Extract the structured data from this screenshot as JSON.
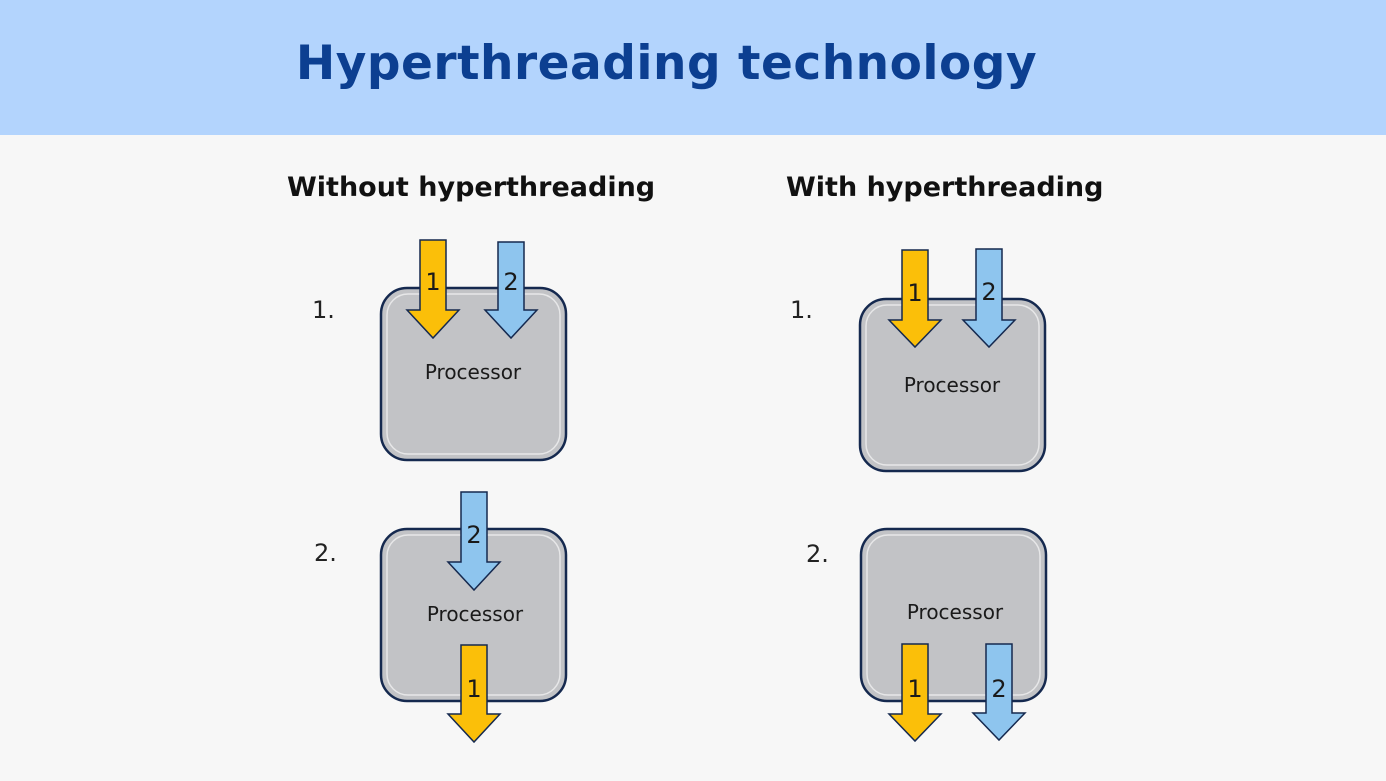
{
  "title": "Hyperthreading technology",
  "colors": {
    "header_bg": "#b3d4fd",
    "title_color": "#0c3f91",
    "processor_fill": "#c2c3c6",
    "processor_stroke": "#15294f",
    "thread1_arrow": "#fbbf09",
    "thread2_arrow": "#8ec5ee"
  },
  "columns": [
    {
      "heading": "Without hyperthreading",
      "steps": [
        {
          "label": "1.",
          "processor": "Processor",
          "arrows": [
            {
              "thread": "1",
              "direction": "into-processor"
            },
            {
              "thread": "2",
              "direction": "into-processor"
            }
          ]
        },
        {
          "label": "2.",
          "processor": "Processor",
          "arrows": [
            {
              "thread": "2",
              "direction": "into-processor"
            },
            {
              "thread": "1",
              "direction": "out-of-processor"
            }
          ]
        }
      ]
    },
    {
      "heading": "With hyperthreading",
      "steps": [
        {
          "label": "1.",
          "processor": "Processor",
          "arrows": [
            {
              "thread": "1",
              "direction": "into-processor"
            },
            {
              "thread": "2",
              "direction": "into-processor"
            }
          ]
        },
        {
          "label": "2.",
          "processor": "Processor",
          "arrows": [
            {
              "thread": "1",
              "direction": "out-of-processor"
            },
            {
              "thread": "2",
              "direction": "out-of-processor"
            }
          ]
        }
      ]
    }
  ]
}
